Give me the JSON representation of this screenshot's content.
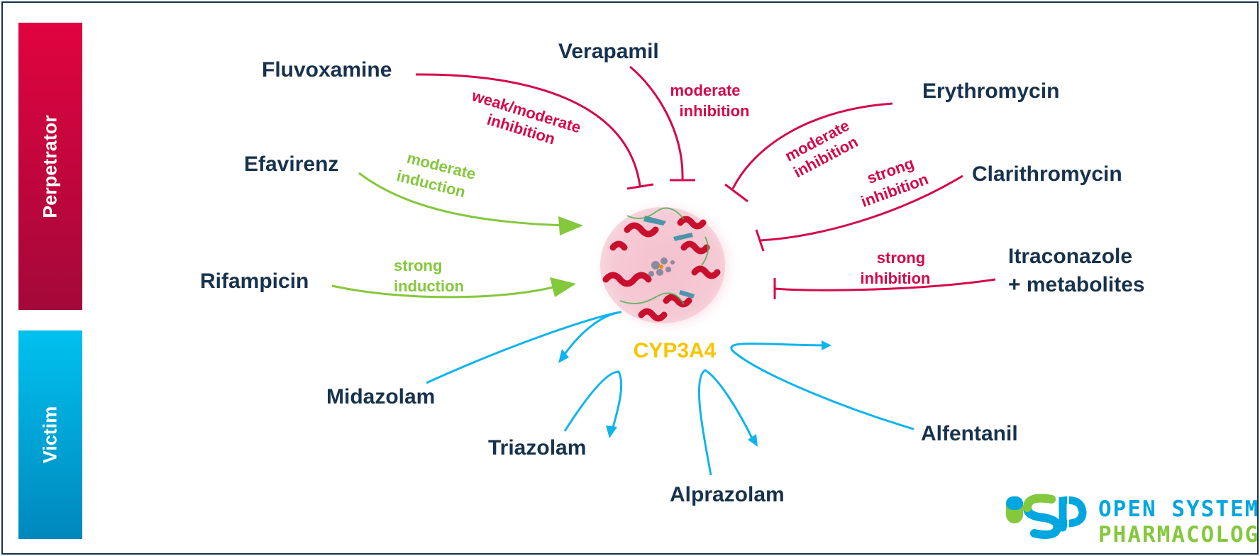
{
  "sidebar": {
    "perpetrator": "Perpetrator",
    "victim": "Victim"
  },
  "enzyme": {
    "name": "CYP3A4"
  },
  "perpetrators": {
    "fluvoxamine": {
      "name": "Fluvoxamine",
      "effect_line1": "weak/moderate",
      "effect_line2": "inhibition"
    },
    "verapamil": {
      "name": "Verapamil",
      "effect_line1": "moderate",
      "effect_line2": "inhibition"
    },
    "erythromycin": {
      "name": "Erythromycin",
      "effect_line1": "moderate",
      "effect_line2": "inhibition"
    },
    "clarithromycin": {
      "name": "Clarithromycin",
      "effect_line1": "strong",
      "effect_line2": "inhibition"
    },
    "itraconazole": {
      "name_line1": "Itraconazole",
      "name_line2": "+ metabolites",
      "effect_line1": "strong",
      "effect_line2": "inhibition"
    },
    "efavirenz": {
      "name": "Efavirenz",
      "effect_line1": "moderate",
      "effect_line2": "induction"
    },
    "rifampicin": {
      "name": "Rifampicin",
      "effect_line1": "strong",
      "effect_line2": "induction"
    }
  },
  "victims": {
    "midazolam": "Midazolam",
    "triazolam": "Triazolam",
    "alprazolam": "Alprazolam",
    "alfentanil": "Alfentanil"
  },
  "logo": {
    "line1": "OPEN SYSTEMS",
    "line2": "PHARMACOLOGY"
  },
  "colors": {
    "inhibition": "#d4094a",
    "induction": "#84c83c",
    "victim_arrow": "#10b4ec",
    "drug_text": "#17324d",
    "enzyme_text": "#f7c500"
  }
}
